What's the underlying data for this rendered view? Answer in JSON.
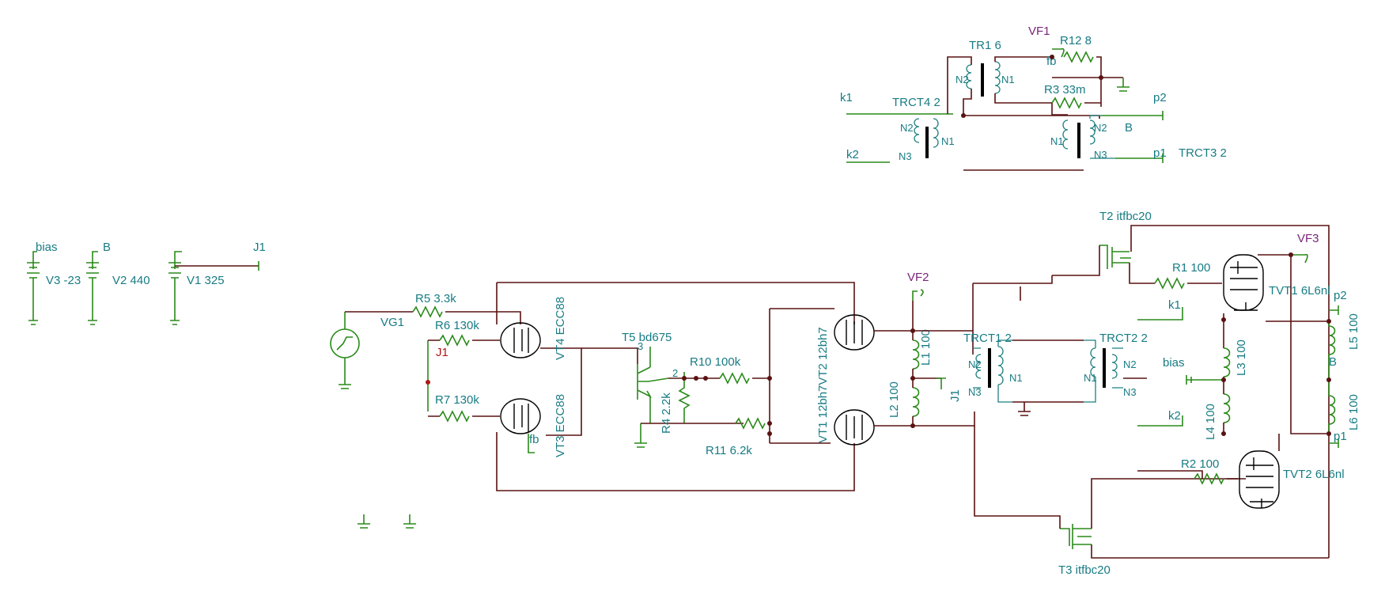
{
  "colors": {
    "wire": "#5a1212",
    "component": "#2a8a1a",
    "label": "#187c84",
    "node_label": "#7a247a",
    "marker": "#b01818"
  },
  "labels": {
    "bias": "bias",
    "b": "B",
    "j1_top": "J1",
    "v3": "V3 -23",
    "v2": "V2 440",
    "v1": "V1 325",
    "r5": "R5 3.3k",
    "vg1": "VG1",
    "r6": "R6 130k",
    "j1_red": "J1",
    "r7": "R7 130k",
    "vt4": "VT4 ECC88",
    "vt3": "VT3 ECC88",
    "fb_vt3": "fb",
    "t5": "T5 bd675",
    "pin3": "3",
    "pin2": "2",
    "r4": "R4 2.2k",
    "r10": "R10 100k",
    "r11": "R11 6.2k",
    "vt1vt2": "VT1 12bh7VT2 12bh7",
    "vf2": "VF2",
    "l1": "L1 100",
    "l2": "L2 100",
    "j1_mid": "J1",
    "trct1": "TRCT1 2",
    "trct2": "TRCT2 2",
    "bias_mid": "bias",
    "n2": "N2",
    "n1": "N1",
    "n3": "N3",
    "t2": "T2 itfbc20",
    "t3": "T3 itfbc20",
    "r1": "R1 100",
    "r2": "R2 100",
    "vf3": "VF3",
    "tvt1": "TVT1 6L6nl",
    "tvt2": "TVT2 6L6nl",
    "k1": "k1",
    "k2": "k2",
    "p2": "p2",
    "p1": "p1",
    "l3": "L3 100",
    "l4": "L4 100",
    "l5": "L5 100",
    "l6": "L6 100",
    "b_mid": "B",
    "tr1": "TR1 6",
    "vf1": "VF1",
    "r12": "R12 8",
    "fb_top": "fb",
    "r3": "R3 33m",
    "trct4": "TRCT4 2",
    "trct3": "TRCT3 2"
  }
}
